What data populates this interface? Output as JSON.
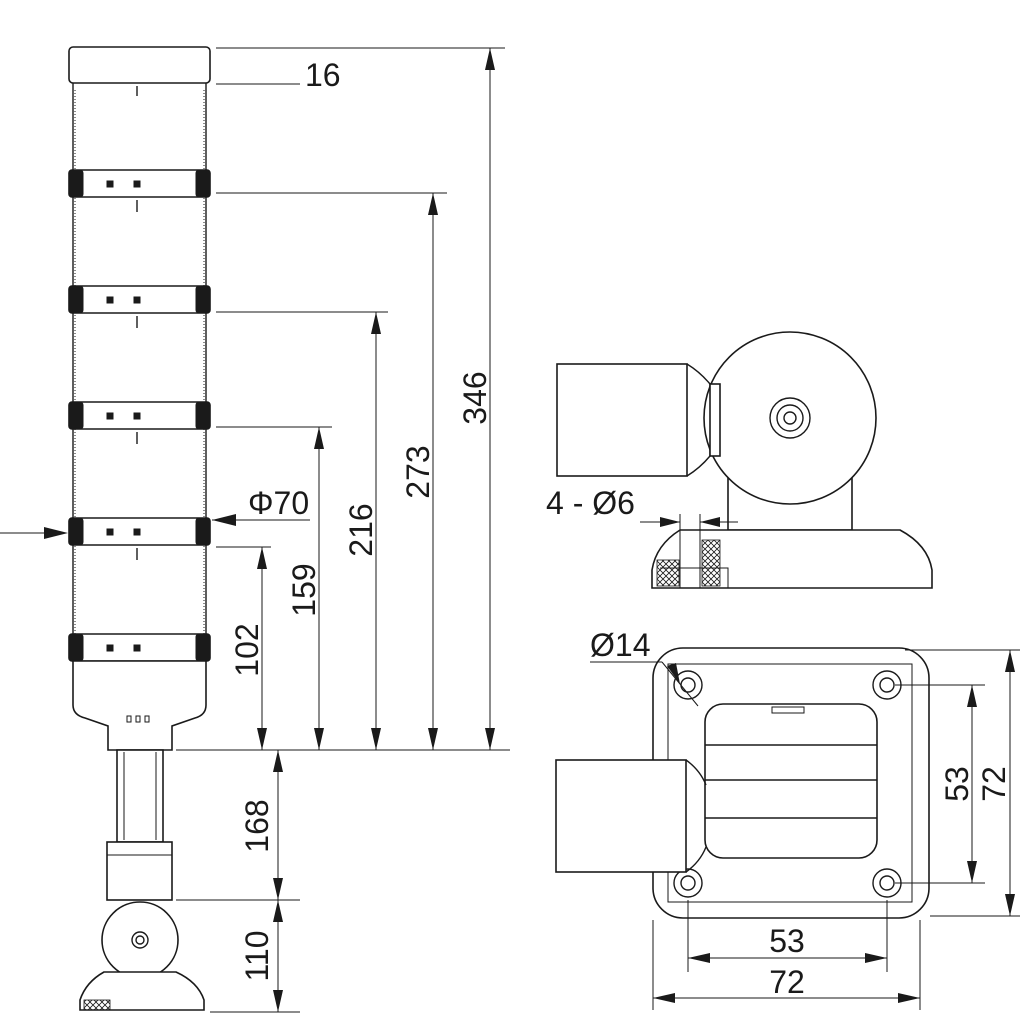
{
  "side_view": {
    "dimensions": {
      "cap_height": "16",
      "height_346": "346",
      "height_273": "273",
      "height_216": "216",
      "height_159": "159",
      "height_102": "102",
      "diameter": "Φ70",
      "pole_168": "168",
      "base_110": "110"
    },
    "tiers": 5
  },
  "base_side_view": {
    "holes_label": "4 - Ø6"
  },
  "base_top_view": {
    "hole_diameter": "Ø14",
    "inner_width": "53",
    "outer_width": "72",
    "inner_height": "53",
    "outer_height": "72"
  }
}
